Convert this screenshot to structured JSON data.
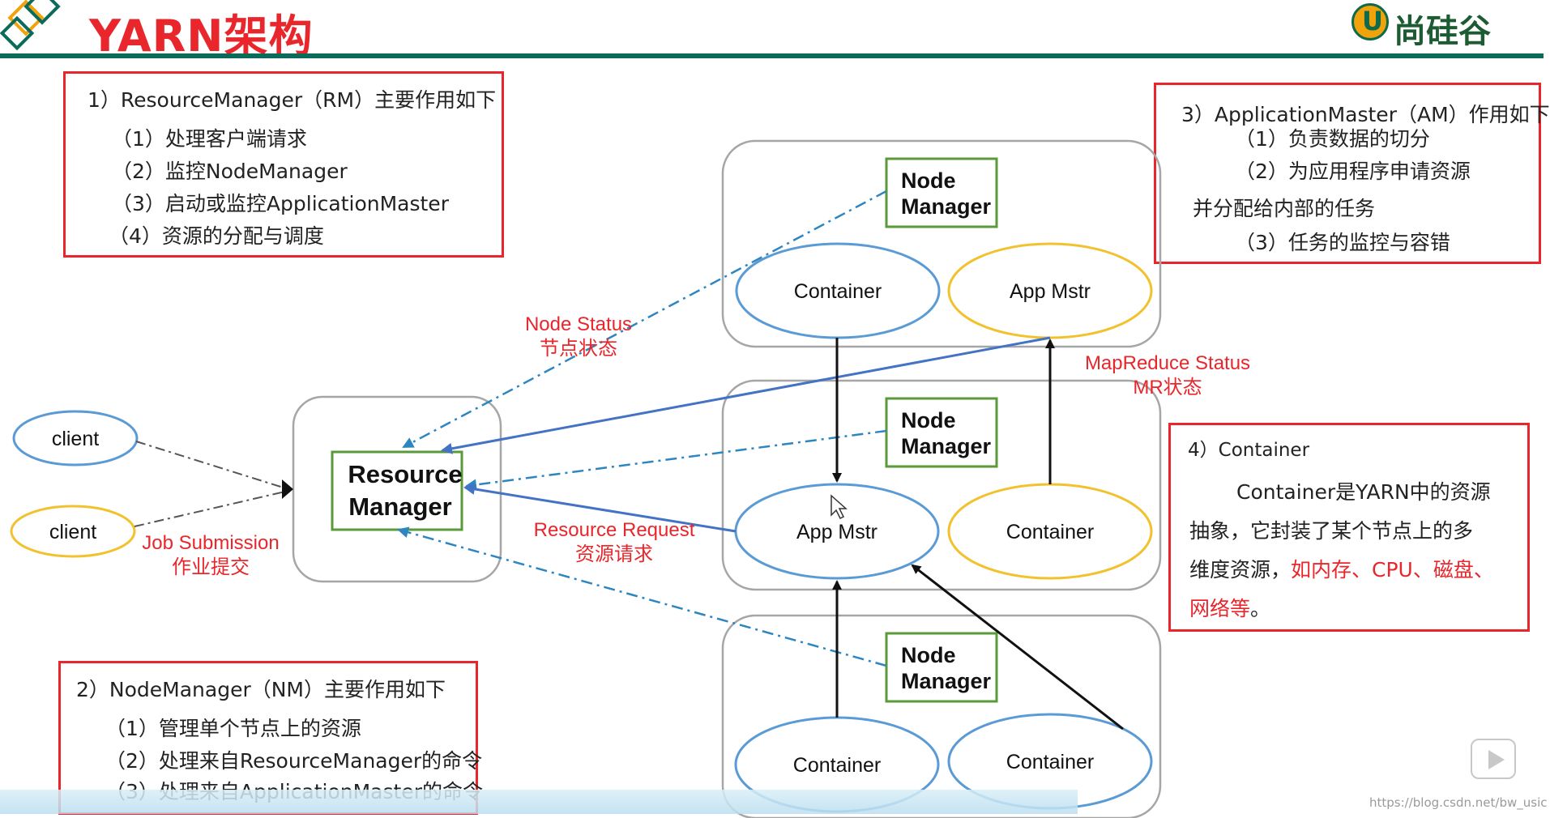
{
  "header": {
    "title": "YARN架构",
    "brand": "尚硅谷",
    "accent_color": "#e8262b",
    "rule_color": "#0b6b5a"
  },
  "rm_box": {
    "heading": "1）ResourceManager（RM）主要作用如下",
    "items": [
      "（1）处理客户端请求",
      "（2）监控NodeManager",
      "（3）启动或监控ApplicationMaster",
      "（4）资源的分配与调度"
    ]
  },
  "am_box": {
    "heading": "3）ApplicationMaster（AM）作用如下",
    "items": [
      "（1）负责数据的切分",
      "（2）为应用程序申请资源",
      "并分配给内部的任务",
      "（3）任务的监控与容错"
    ]
  },
  "nm_box": {
    "heading": "2）NodeManager（NM）主要作用如下",
    "items": [
      "（1）管理单个节点上的资源",
      "（2）处理来自ResourceManager的命令",
      "（3）处理来自ApplicationMaster的命令"
    ]
  },
  "container_box": {
    "heading": "4）Container",
    "line1": "Container是YARN中的资源",
    "line2": "抽象，它封装了某个节点上的多",
    "line3_plain": "维度资源，",
    "line3_red": "如内存、CPU、磁盘、",
    "line4_red": "网络等",
    "line4_end": "。"
  },
  "diagram": {
    "clients": [
      "client",
      "client"
    ],
    "resource_manager": [
      "Resource",
      "Manager"
    ],
    "node_manager": [
      "Node",
      "Manager"
    ],
    "container": "Container",
    "app_master": "App Mstr",
    "labels": {
      "node_status_en": "Node Status",
      "node_status_cn": "节点状态",
      "mr_status_en": "MapReduce Status",
      "mr_status_cn": "MR状态",
      "resource_request_en": "Resource Request",
      "resource_request_cn": "资源请求",
      "job_submission_en": "Job Submission",
      "job_submission_cn": "作业提交"
    },
    "colors": {
      "blue": "#5b9bd5",
      "yellow": "#f2c12e",
      "green": "#5a9a3a",
      "grey": "#a6a6a6",
      "arrow_blue": "#4472c4",
      "dash_blue": "#2e86c1",
      "label_red": "#e8262b"
    }
  },
  "watermark": "https://blog.csdn.net/bw_usic"
}
